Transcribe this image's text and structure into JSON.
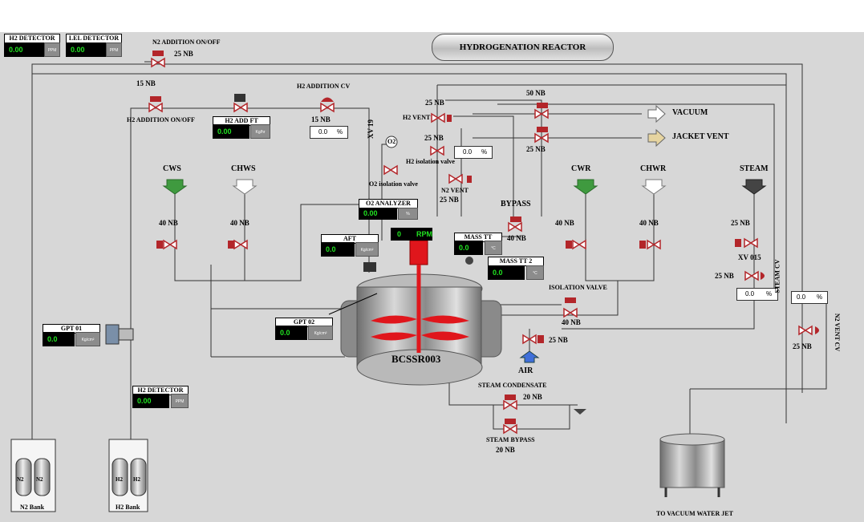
{
  "title": "HYDROGENATION REACTOR",
  "reactor": {
    "name": "BCSSR003",
    "rpm_value": "0",
    "rpm_unit": "RPM"
  },
  "indicators": {
    "h2_detector_top": {
      "tag": "H2 DETECTOR",
      "value": "0.00",
      "unit": "PPM"
    },
    "lel_detector": {
      "tag": "LEL DETECTOR",
      "value": "0.00",
      "unit": "PPM"
    },
    "h2_add_ft": {
      "tag": "H2 ADD FT",
      "value": "0.00",
      "unit": "Kg/hr"
    },
    "o2_analyzer": {
      "tag": "O2 ANALYZER",
      "value": "0.00",
      "unit": "%"
    },
    "aft": {
      "tag": "AFT",
      "value": "0.0",
      "unit": "Kg/cm²"
    },
    "mass_tt": {
      "tag": "MASS TT",
      "value": "0.0",
      "unit": "°C"
    },
    "mass_tt2": {
      "tag": "MASS TT 2",
      "value": "0.0",
      "unit": "°C"
    },
    "gpt01": {
      "tag": "GPT 01",
      "value": "0.0",
      "unit": "Kg/cm²"
    },
    "gpt02": {
      "tag": "GPT 02",
      "value": "0.0",
      "unit": "Kg/cm²"
    },
    "h2_detector_low": {
      "tag": "H2 DETECTOR",
      "value": "0.00",
      "unit": "PPM"
    }
  },
  "setpoints": {
    "h2_addition_cv": {
      "value": "0.0",
      "unit": "%"
    },
    "h2_isolation": {
      "value": "0.0",
      "unit": "%"
    },
    "steam_cv": {
      "value": "0.0",
      "unit": "%"
    },
    "n2_vent_cv": {
      "value": "0.0",
      "unit": "%"
    }
  },
  "labels": {
    "n2_addition": "N2 ADDITION ON/OFF",
    "n2_addition_size": "25 NB",
    "h2_addition_size": "15 NB",
    "h2_addition_onoff": "H2 ADDITION ON/OFF",
    "h2_addition_cv": "H2 ADDITION CV",
    "h2_addition_cv_size": "15 NB",
    "xv19": "XV 19",
    "h2_vent_size": "25 NB",
    "h2_vent": "H2 VENT",
    "h2_iso_size": "25 NB",
    "h2_iso": "H2 isolation valve",
    "o2": "O2",
    "o2_iso": "O2 isolation valve",
    "n2_vent": "N2 VENT",
    "n2_vent_size": "25 NB",
    "size_50nb": "50 NB",
    "size_25nb_jacket": "25 NB",
    "vacuum": "VACUUM",
    "jacket_vent": "JACKET VENT",
    "bypass": "BYPASS",
    "bypass_size": "40 NB",
    "cws": "CWS",
    "chws": "CHWS",
    "cwr": "CWR",
    "chwr": "CHWR",
    "steam": "STEAM",
    "cws_size": "40 NB",
    "chws_size": "40 NB",
    "cwr_size": "40 NB",
    "chwr_size": "40 NB",
    "steam_size": "25 NB",
    "xv015": "XV 015",
    "steam_cv_size": "25 NB",
    "steam_cv": "STEAM CV",
    "n2_vent_cv": "N2 VENT CV",
    "n2_vent_cv_size": "25 NB",
    "isolation_valve": "ISOLATION VALVE",
    "isolation_valve_size": "40 NB",
    "air_size": "25 NB",
    "air": "AIR",
    "steam_condensate": "STEAM CONDENSATE",
    "steam_condensate_size": "20 NB",
    "steam_bypass": "STEAM BYPASS",
    "steam_bypass_size": "20 NB",
    "n2_bank": "N2 Bank",
    "h2_bank": "H2 Bank",
    "n2_cyl": "N2",
    "h2_cyl": "H2",
    "vacuum_water_jet": "TO VACUUM WATER JET"
  },
  "colors": {
    "valve": "#b3262a",
    "panel": "#d7d7d7",
    "pv_text": "#21e321",
    "cooling_arrow": "#3f9a3f",
    "air_arrow": "#3f6fd9",
    "agitator": "#e0161c"
  }
}
